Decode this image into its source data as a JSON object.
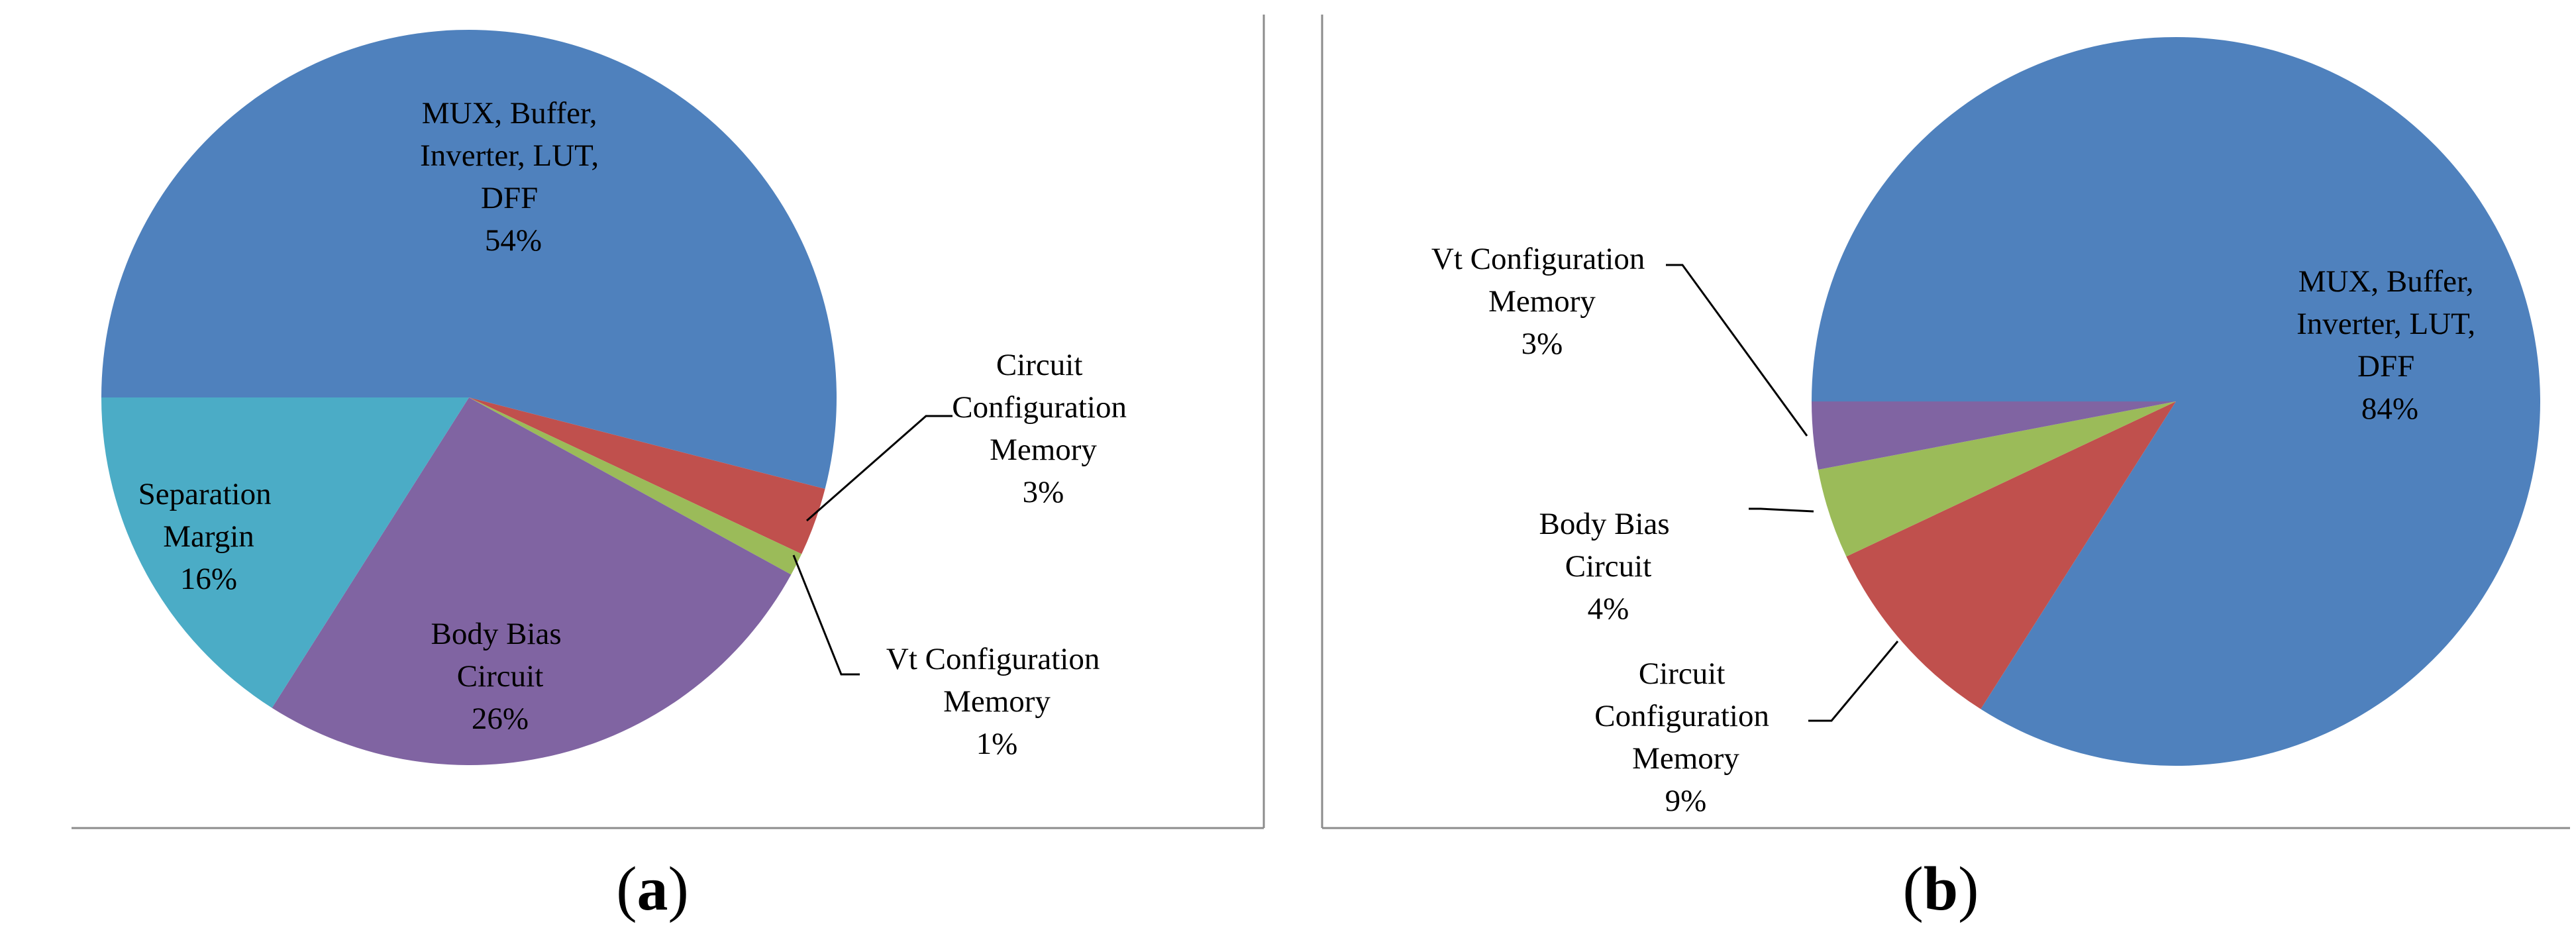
{
  "chart_data": [
    {
      "type": "pie",
      "panel_label": "a",
      "slices": [
        {
          "label": "MUX, Buffer, Inverter, LUT, DFF",
          "value": 54,
          "text": "54%",
          "color": "#4f81bd"
        },
        {
          "label": "Circuit Configuration Memory",
          "value": 3,
          "text": "3%",
          "color": "#c0504d"
        },
        {
          "label": "Vt Configuration Memory",
          "value": 1,
          "text": "1%",
          "color": "#9bbb59"
        },
        {
          "label": "Body Bias Circuit",
          "value": 26,
          "text": "26%",
          "color": "#8064a2"
        },
        {
          "label": "Separation Margin",
          "value": 16,
          "text": "16%",
          "color": "#4bacc6"
        }
      ]
    },
    {
      "type": "pie",
      "panel_label": "b",
      "slices": [
        {
          "label": "MUX, Buffer, Inverter, LUT, DFF",
          "value": 84,
          "text": "84%",
          "color": "#4f81bd"
        },
        {
          "label": "Circuit Configuration Memory",
          "value": 9,
          "text": "9%",
          "color": "#c0504d"
        },
        {
          "label": "Body Bias Circuit",
          "value": 4,
          "text": "4%",
          "color": "#9bbb59"
        },
        {
          "label": "Vt Configuration Memory",
          "value": 3,
          "text": "3%",
          "color": "#8064a2"
        }
      ]
    }
  ]
}
